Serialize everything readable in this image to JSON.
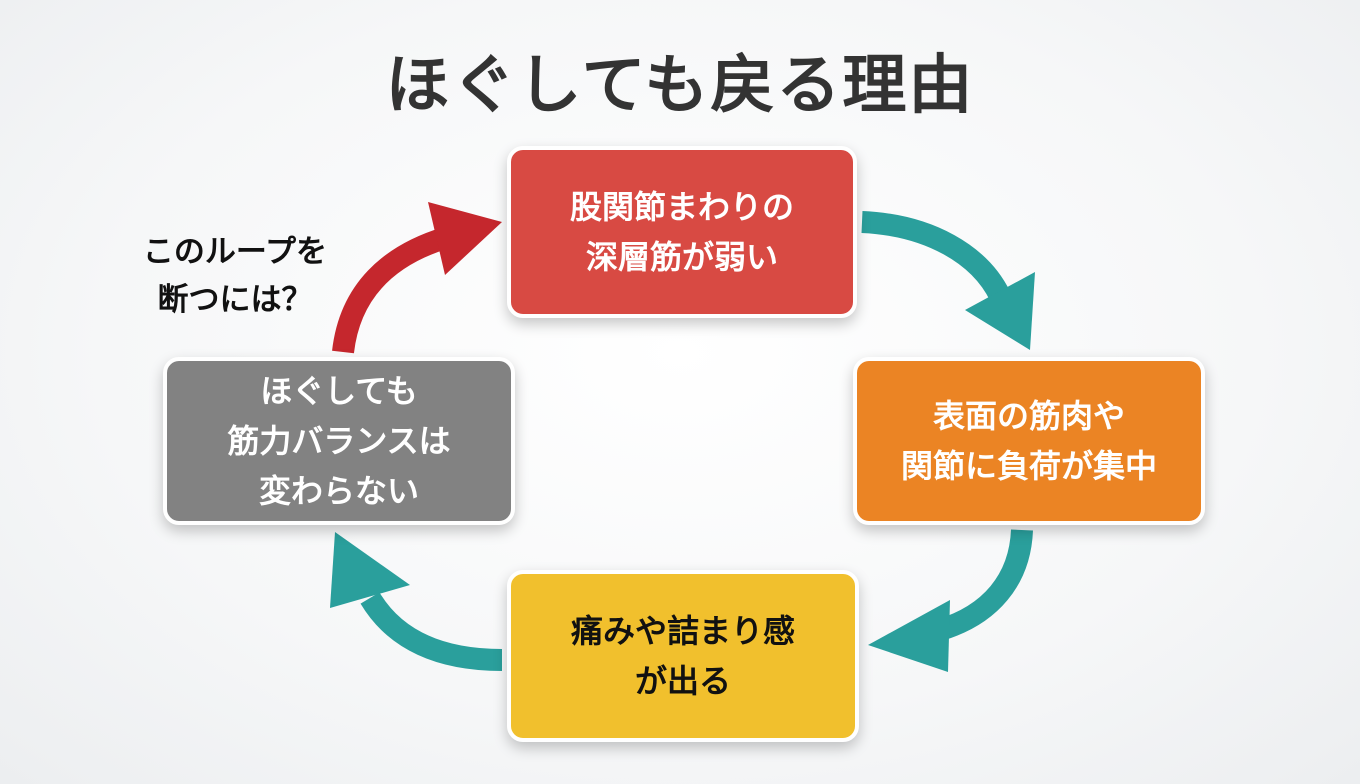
{
  "title": "ほぐしても戻る理由",
  "question": {
    "line1": "このループを",
    "line2": "断つには？"
  },
  "nodes": {
    "top": {
      "line1": "股関節まわりの",
      "line2": "深層筋が弱い"
    },
    "right": {
      "line1": "表面の筋肉や",
      "line2": "関節に負荷が集中"
    },
    "bottom": {
      "line1": "痛みや詰まり感",
      "line2": "が出る"
    },
    "left": {
      "line1": "ほぐしても",
      "line2": "筋力バランスは",
      "line3": "変わらない"
    }
  },
  "colors": {
    "top_box": "#d84a43",
    "right_box": "#eb8424",
    "bottom_box": "#f1c02d",
    "left_box": "#828282",
    "teal_arrow": "#2a9f9c",
    "red_arrow": "#c5272d"
  }
}
